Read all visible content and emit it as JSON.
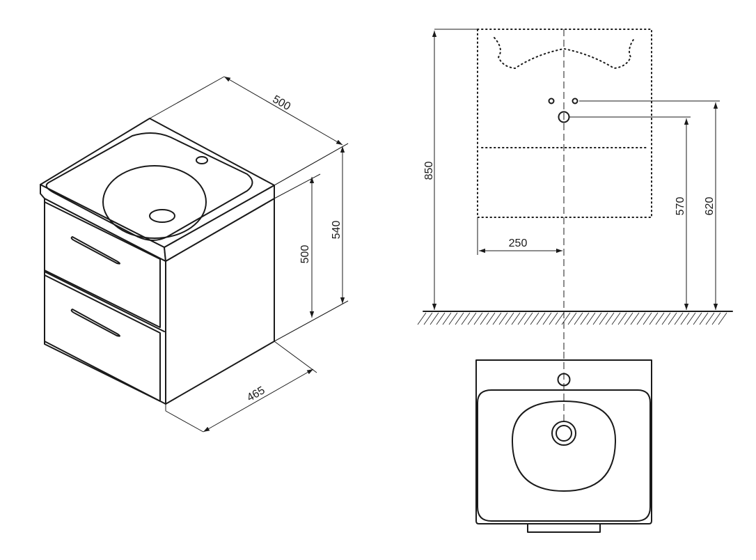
{
  "isometric_view": {
    "dimensions": {
      "width": "500",
      "depth": "465",
      "cabinet_height": "500",
      "total_height": "540"
    }
  },
  "front_view": {
    "dimensions": {
      "mounting_height": "850",
      "waste_height": "570",
      "tap_height": "620",
      "waste_offset": "250"
    }
  },
  "colors": {
    "line": "#1a1a1a",
    "background": "#ffffff"
  }
}
